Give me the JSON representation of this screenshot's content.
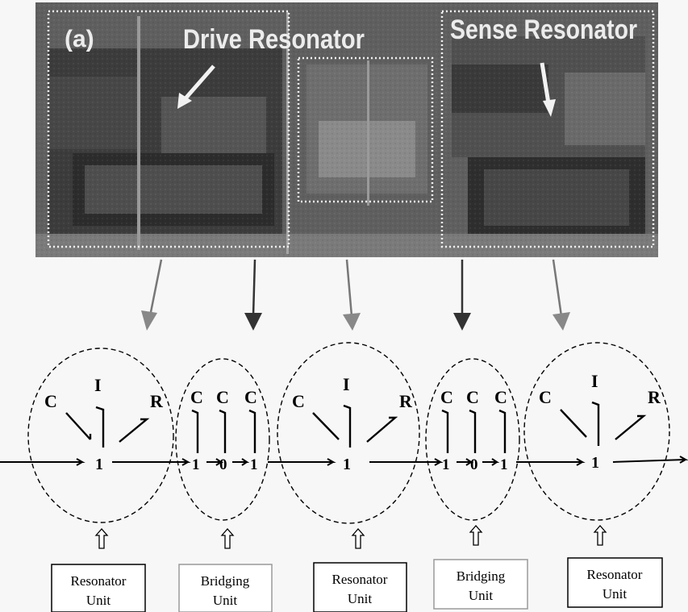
{
  "photo": {
    "panel_label": "(a)",
    "drive_label": "Drive Resonator",
    "sense_label": "Sense Resonator"
  },
  "bond_graph": {
    "resonator_units": [
      {
        "c": "C",
        "i": "I",
        "r": "R",
        "junction": "1"
      },
      {
        "c": "C",
        "i": "I",
        "r": "R",
        "junction": "1"
      },
      {
        "c": "C",
        "i": "I",
        "r": "R",
        "junction": "1"
      }
    ],
    "bridging_units": [
      {
        "caps": [
          "C",
          "C",
          "C"
        ],
        "junctions": [
          "1",
          "0",
          "1"
        ]
      },
      {
        "caps": [
          "C",
          "C",
          "C"
        ],
        "junctions": [
          "1",
          "0",
          "1"
        ]
      }
    ]
  },
  "unit_boxes": [
    {
      "line1": "Resonator",
      "line2": "Unit"
    },
    {
      "line1": "Bridging",
      "line2": "Unit"
    },
    {
      "line1": "Resonator",
      "line2": "Unit"
    },
    {
      "line1": "Bridging",
      "line2": "Unit"
    },
    {
      "line1": "Resonator",
      "line2": "Unit"
    }
  ]
}
